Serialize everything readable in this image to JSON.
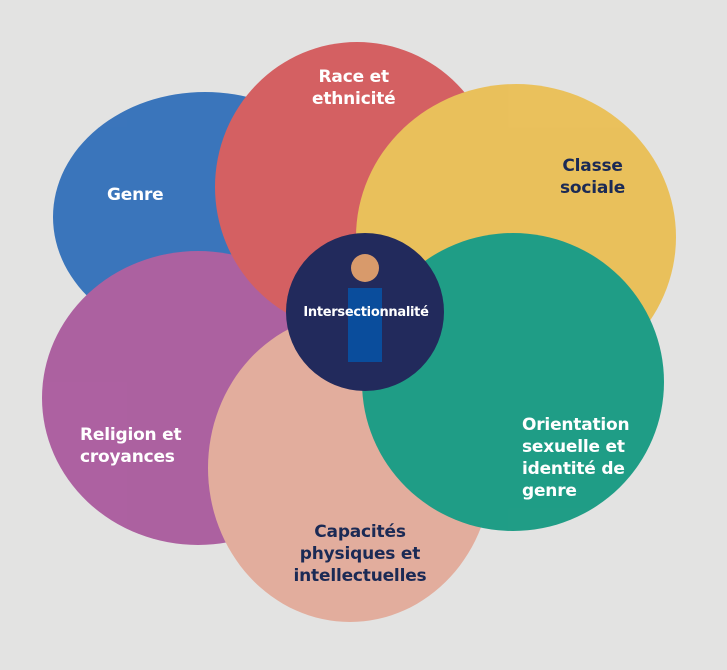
{
  "diagram": {
    "center": {
      "label": "Intersectionnalité",
      "color": "#222a5c",
      "icon": "info-person-icon",
      "icon_head_color": "#d89a6b",
      "icon_body_color": "#0a4d9c"
    },
    "petals": [
      {
        "id": "race",
        "lines": [
          "Race et",
          "ethnicité"
        ],
        "color": "#d24b4e",
        "text_color": "#ffffff"
      },
      {
        "id": "classe",
        "lines": [
          "Classe",
          "sociale"
        ],
        "color": "#ebbb46",
        "text_color": "#1b2a55"
      },
      {
        "id": "orientation",
        "lines": [
          "Orientation",
          "sexuelle et",
          "identité de",
          "genre"
        ],
        "color": "#009277",
        "text_color": "#ffffff"
      },
      {
        "id": "capacites",
        "lines": [
          "Capacités",
          "physiques et",
          "intellectuelles"
        ],
        "color": "#e2a592",
        "text_color": "#1b2a55"
      },
      {
        "id": "religion",
        "lines": [
          "Religion et",
          "croyances"
        ],
        "color": "#a44c96",
        "text_color": "#ffffff"
      },
      {
        "id": "genre",
        "lines": [
          "Genre"
        ],
        "color": "#1f63b5",
        "text_color": "#ffffff"
      }
    ]
  }
}
